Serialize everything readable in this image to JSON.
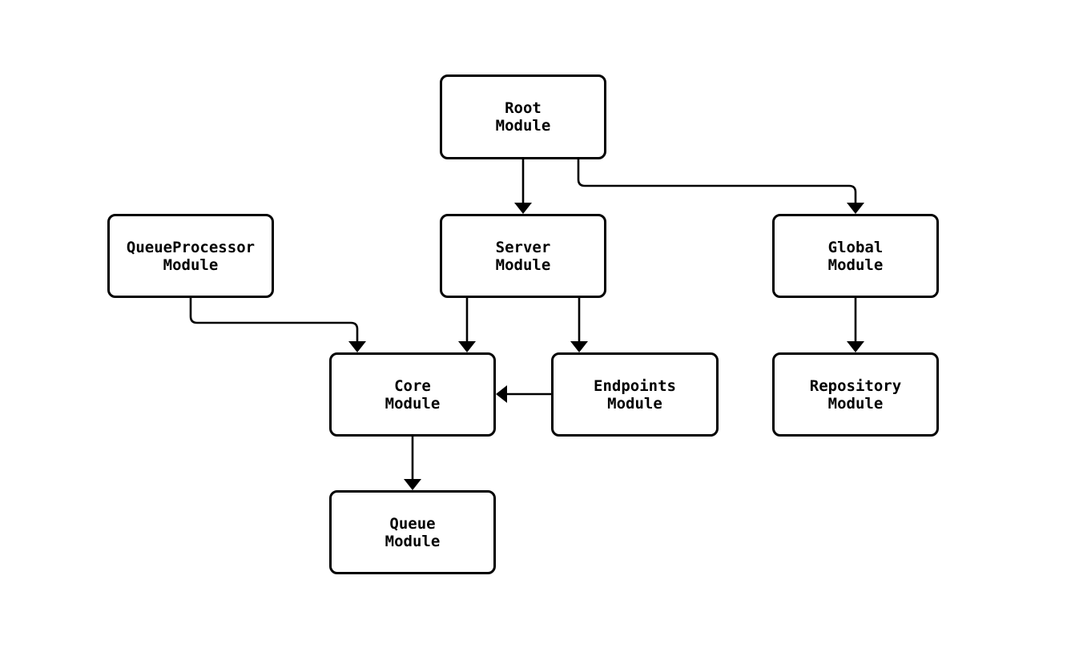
{
  "diagram": {
    "background_color": "#ffffff",
    "node_fill_color": "#ffffff",
    "stroke_color": "#000000",
    "nodes": {
      "root": {
        "line1": "Root",
        "line2": "Module"
      },
      "queueprocessor": {
        "line1": "QueueProcessor",
        "line2": "Module"
      },
      "server": {
        "line1": "Server",
        "line2": "Module"
      },
      "global": {
        "line1": "Global",
        "line2": "Module"
      },
      "core": {
        "line1": "Core",
        "line2": "Module"
      },
      "endpoints": {
        "line1": "Endpoints",
        "line2": "Module"
      },
      "repository": {
        "line1": "Repository",
        "line2": "Module"
      },
      "queue": {
        "line1": "Queue",
        "line2": "Module"
      }
    },
    "edges": [
      {
        "from": "Root Module",
        "to": "Server Module"
      },
      {
        "from": "Root Module",
        "to": "Global Module"
      },
      {
        "from": "QueueProcessor Module",
        "to": "Core Module"
      },
      {
        "from": "Server Module",
        "to": "Core Module"
      },
      {
        "from": "Server Module",
        "to": "Endpoints Module"
      },
      {
        "from": "Endpoints Module",
        "to": "Core Module"
      },
      {
        "from": "Global Module",
        "to": "Repository Module"
      },
      {
        "from": "Core Module",
        "to": "Queue Module"
      }
    ]
  }
}
